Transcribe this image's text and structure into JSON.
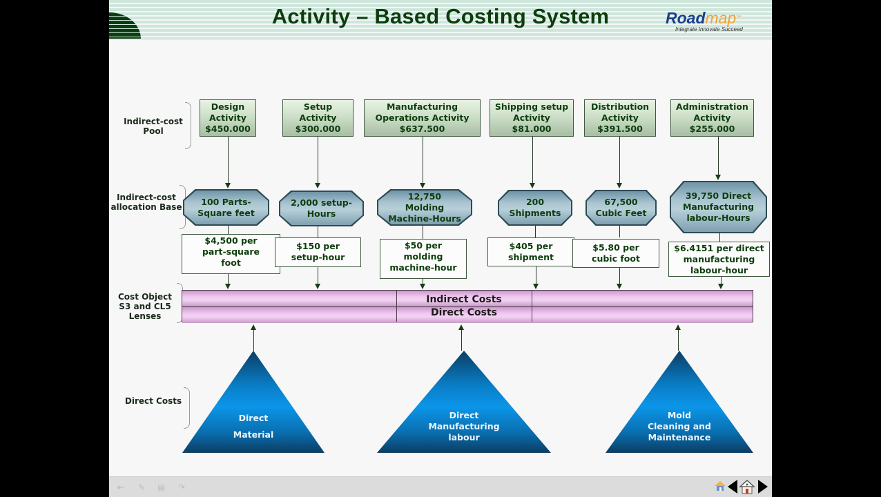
{
  "header": {
    "title": "Activity – Based Costing System",
    "brand_name_1": "Road",
    "brand_name_2": "map",
    "brand_tm": "™",
    "brand_tagline": "Integrate Innovate Succeed"
  },
  "row_labels": {
    "pool": "Indirect-cost Pool",
    "base": "Indirect-cost allocation Base",
    "cost_object": "Cost Object S3 and CL5 Lenses",
    "direct_costs": "Direct Costs"
  },
  "activities": [
    {
      "pool": [
        "Design",
        "Activity",
        "$450.000"
      ],
      "base": [
        "100 Parts-",
        "Square feet"
      ],
      "rate": [
        "$4,500 per",
        "part-square",
        "foot"
      ]
    },
    {
      "pool": [
        "Setup",
        "Activity",
        "$300.000"
      ],
      "base": [
        "2,000 setup-",
        "Hours"
      ],
      "rate": [
        "$150 per",
        "setup-hour"
      ]
    },
    {
      "pool": [
        "Manufacturing",
        "Operations Activity",
        "$637.500"
      ],
      "base": [
        "12,750",
        "Molding",
        "Machine-Hours"
      ],
      "rate": [
        "$50 per",
        "molding",
        "machine-hour"
      ]
    },
    {
      "pool": [
        "Shipping setup",
        "Activity",
        "$81.000"
      ],
      "base": [
        "200",
        "Shipments"
      ],
      "rate": [
        "$405 per",
        "shipment"
      ]
    },
    {
      "pool": [
        "Distribution",
        "Activity",
        "$391.500"
      ],
      "base": [
        "67,500",
        "Cubic Feet"
      ],
      "rate": [
        "$5.80 per",
        "cubic foot"
      ]
    },
    {
      "pool": [
        "Administration",
        "Activity",
        "$255.000"
      ],
      "base": [
        "39,750 Direct",
        "Manufacturing",
        "labour-Hours"
      ],
      "rate": [
        "$6.4151 per direct",
        "manufacturing",
        "labour-hour"
      ]
    }
  ],
  "cost_object": {
    "indirect_label": "Indirect Costs",
    "direct_label": "Direct Costs"
  },
  "direct_costs": [
    {
      "lines": [
        "Direct",
        "Material"
      ]
    },
    {
      "lines": [
        "Direct",
        "Manufacturing",
        "labour"
      ]
    },
    {
      "lines": [
        "Mold",
        "Cleaning and",
        "Maintenance"
      ]
    }
  ],
  "footer": {
    "icons": [
      "home-small-icon",
      "previous-icon",
      "home-icon",
      "next-icon"
    ]
  },
  "colors": {
    "title": "#0d3d0d",
    "pool_fill": "#cddfc8",
    "base_fill": "#a9c4d0",
    "cost_bar": "#f1c8f1",
    "triangle": "#0b95e8"
  }
}
